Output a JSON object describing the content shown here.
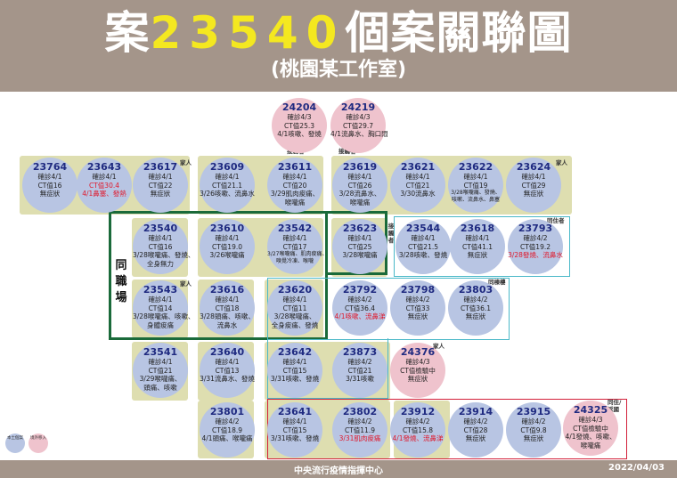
{
  "header": {
    "title_prefix": "案",
    "title_number": "23540",
    "title_suffix": "個案關聯圖",
    "subtitle": "(桃園某工作室)"
  },
  "footer": {
    "center": "中央流行疫情指揮中心",
    "date": "2022/04/03"
  },
  "labels": {
    "same_office": "同職場",
    "family": "家人",
    "contact": "接觸者",
    "same_household": "同住者",
    "same_building": "同棟樓",
    "overseas_return": "同住/返國"
  },
  "legend": {
    "blue": "本土個案",
    "pink": "境外移入"
  },
  "colors": {
    "header_bg": "#a4958a",
    "title_highlight": "#f4e820",
    "band": "#dedeb0",
    "blue_node": "#b8c5e3",
    "pink_node": "#efc3cd",
    "green_frame": "#1a6a3a",
    "teal_frame": "#4ab8c8",
    "red_frame": "#d3203a",
    "emphasis_text": "#e0182b"
  },
  "cases": [
    {
      "id": "24204",
      "pink": true,
      "lines": [
        {
          "t": "確診4/3"
        },
        {
          "t": "CT值25.3"
        },
        {
          "t": "4/1咳嗽、發燒"
        }
      ]
    },
    {
      "id": "24219",
      "pink": true,
      "lines": [
        {
          "t": "確診4/3"
        },
        {
          "t": "CT值29.7"
        },
        {
          "t": "4/1流鼻水、胸口悶"
        }
      ]
    },
    {
      "id": "23764",
      "lines": [
        {
          "t": "確診4/1"
        },
        {
          "t": "CT值16"
        },
        {
          "t": "無症狀"
        }
      ]
    },
    {
      "id": "23643",
      "lines": [
        {
          "t": "確診4/1"
        },
        {
          "t": "CT值30.4",
          "red": true
        },
        {
          "t": "4/1鼻塞、發熱",
          "red": true
        }
      ]
    },
    {
      "id": "23617",
      "lines": [
        {
          "t": "確診4/1"
        },
        {
          "t": "CT值22"
        },
        {
          "t": "無症狀"
        }
      ]
    },
    {
      "id": "23609",
      "lines": [
        {
          "t": "確診4/1"
        },
        {
          "t": "CT值21.1"
        },
        {
          "t": "3/26咳嗽、流鼻水"
        }
      ]
    },
    {
      "id": "23611",
      "lines": [
        {
          "t": "確診4/1"
        },
        {
          "t": "CT值20"
        },
        {
          "t": "3/29肌肉痠痛、"
        },
        {
          "t": "喉嚨痛"
        }
      ]
    },
    {
      "id": "23619",
      "lines": [
        {
          "t": "確診4/1"
        },
        {
          "t": "CT值26"
        },
        {
          "t": "3/28流鼻水、"
        },
        {
          "t": "喉嚨痛"
        }
      ]
    },
    {
      "id": "23621",
      "lines": [
        {
          "t": "確診4/1"
        },
        {
          "t": "CT值21"
        },
        {
          "t": "3/30流鼻水"
        }
      ]
    },
    {
      "id": "23622",
      "lines": [
        {
          "t": "確診4/1"
        },
        {
          "t": "CT值19"
        },
        {
          "t": "3/28喉嚨痛、發燒、",
          "sm": true
        },
        {
          "t": "咳嗽、流鼻水、鼻塞",
          "sm": true
        }
      ]
    },
    {
      "id": "23624",
      "lines": [
        {
          "t": "確診4/1"
        },
        {
          "t": "CT值29"
        },
        {
          "t": "無症狀"
        }
      ]
    },
    {
      "id": "23540",
      "lines": [
        {
          "t": "確診4/1"
        },
        {
          "t": "CT值16"
        },
        {
          "t": "3/28喉嚨痛、發燒、"
        },
        {
          "t": "全身無力"
        }
      ]
    },
    {
      "id": "23610",
      "lines": [
        {
          "t": "確診4/1"
        },
        {
          "t": "CT值19.0"
        },
        {
          "t": "3/26喉嚨痛"
        }
      ]
    },
    {
      "id": "23542",
      "lines": [
        {
          "t": "確診4/1"
        },
        {
          "t": "CT值17"
        },
        {
          "t": "3/27喉嚨痛、肌肉痠痛、",
          "sm": true
        },
        {
          "t": "嗅覺冷凍、喉嚨",
          "sm": true
        }
      ]
    },
    {
      "id": "23623",
      "lines": [
        {
          "t": "確診4/1"
        },
        {
          "t": "CT值25"
        },
        {
          "t": "3/28喉嚨痛"
        }
      ]
    },
    {
      "id": "23544",
      "lines": [
        {
          "t": "確診4/1"
        },
        {
          "t": "CT值21.5"
        },
        {
          "t": "3/28咳嗽、發燒"
        }
      ]
    },
    {
      "id": "23618",
      "lines": [
        {
          "t": "確診4/1"
        },
        {
          "t": "CT值41.1"
        },
        {
          "t": "無症狀"
        }
      ]
    },
    {
      "id": "23793",
      "lines": [
        {
          "t": "確診4/2"
        },
        {
          "t": "CT值19.2"
        },
        {
          "t": "3/28發燒、流鼻水",
          "red": true
        }
      ]
    },
    {
      "id": "23543",
      "lines": [
        {
          "t": "確診4/1"
        },
        {
          "t": "CT值14"
        },
        {
          "t": "3/28喉嚨痛、咳嗽、"
        },
        {
          "t": "身體痠痛"
        }
      ]
    },
    {
      "id": "23616",
      "lines": [
        {
          "t": "確診4/1"
        },
        {
          "t": "CT值18"
        },
        {
          "t": "3/28頭痛、咳嗽、"
        },
        {
          "t": "流鼻水"
        }
      ]
    },
    {
      "id": "23620",
      "lines": [
        {
          "t": "確診4/1"
        },
        {
          "t": "CT值11"
        },
        {
          "t": "3/28喉嚨痛、"
        },
        {
          "t": "全身痠痛、發燒"
        }
      ]
    },
    {
      "id": "23792",
      "lines": [
        {
          "t": "確診4/2"
        },
        {
          "t": "CT值36.4"
        },
        {
          "t": "4/1咳嗽、流鼻涕",
          "red": true
        }
      ]
    },
    {
      "id": "23798",
      "lines": [
        {
          "t": "確診4/2"
        },
        {
          "t": "CT值33"
        },
        {
          "t": "無症狀"
        }
      ]
    },
    {
      "id": "23803",
      "lines": [
        {
          "t": "確診4/2"
        },
        {
          "t": "CT值36.1"
        },
        {
          "t": "無症狀"
        }
      ]
    },
    {
      "id": "23541",
      "lines": [
        {
          "t": "確診4/1"
        },
        {
          "t": "CT值21"
        },
        {
          "t": "3/29喉嚨痛、"
        },
        {
          "t": "頭痛、咳嗽"
        }
      ]
    },
    {
      "id": "23640",
      "lines": [
        {
          "t": "確診4/1"
        },
        {
          "t": "CT值13"
        },
        {
          "t": "3/31流鼻水、發燒"
        }
      ]
    },
    {
      "id": "23642",
      "lines": [
        {
          "t": "確診4/1"
        },
        {
          "t": "CT值15"
        },
        {
          "t": "3/31咳嗽、發燒"
        }
      ]
    },
    {
      "id": "23873",
      "lines": [
        {
          "t": "確診4/2"
        },
        {
          "t": "CT值21"
        },
        {
          "t": "3/31咳嗽"
        }
      ]
    },
    {
      "id": "24376",
      "pink": true,
      "lines": [
        {
          "t": "確診4/3"
        },
        {
          "t": "CT值檢驗中"
        },
        {
          "t": "無症狀"
        }
      ]
    },
    {
      "id": "23801",
      "lines": [
        {
          "t": "確診4/2"
        },
        {
          "t": "CT值18.9"
        },
        {
          "t": "4/1頭痛、喉嚨痛"
        }
      ]
    },
    {
      "id": "23641",
      "lines": [
        {
          "t": "確診4/1"
        },
        {
          "t": "CT值15"
        },
        {
          "t": "3/31咳嗽、發燒"
        }
      ]
    },
    {
      "id": "23802",
      "lines": [
        {
          "t": "確診4/2"
        },
        {
          "t": "CT值11.9"
        },
        {
          "t": "3/31肌肉痠痛",
          "red": true
        }
      ]
    },
    {
      "id": "23912",
      "lines": [
        {
          "t": "確診4/2"
        },
        {
          "t": "CT值15.8"
        },
        {
          "t": "4/1發燒、流鼻涕",
          "red": true
        }
      ]
    },
    {
      "id": "23914",
      "lines": [
        {
          "t": "確診4/2"
        },
        {
          "t": "CT值28"
        },
        {
          "t": "無症狀"
        }
      ]
    },
    {
      "id": "23915",
      "lines": [
        {
          "t": "確診4/2"
        },
        {
          "t": "CT值9.8"
        },
        {
          "t": "無症狀"
        }
      ]
    },
    {
      "id": "24325",
      "pink": true,
      "lines": [
        {
          "t": "確診4/3"
        },
        {
          "t": "CT值檢驗中"
        },
        {
          "t": "4/1發燒、咳嗽、"
        },
        {
          "t": "喉嚨痛"
        }
      ]
    }
  ]
}
